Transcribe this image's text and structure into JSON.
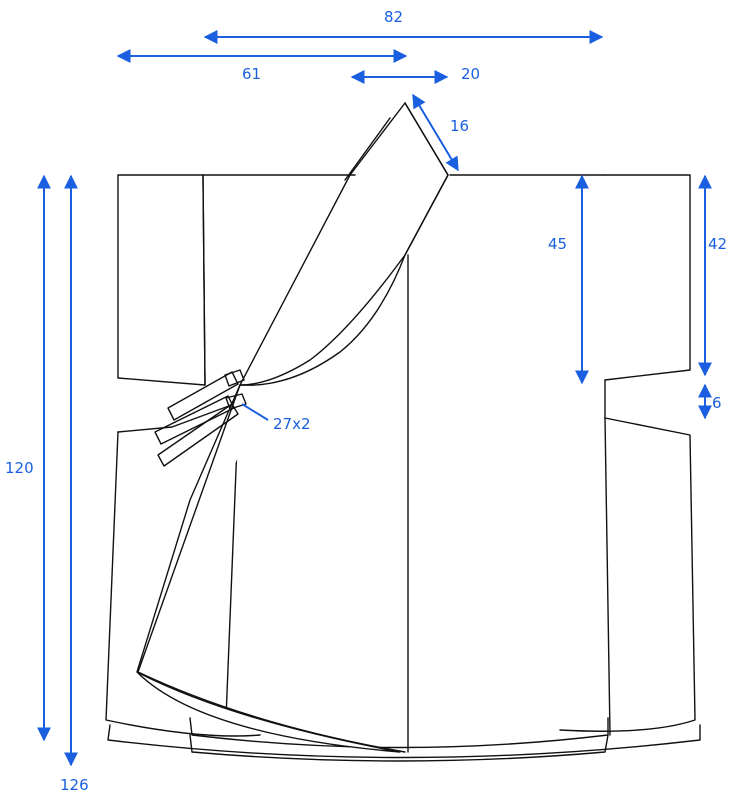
{
  "colors": {
    "dimension": "#1a5fe0",
    "outline": "#111111",
    "background": "#ffffff"
  },
  "dimensions": {
    "total_width": "82",
    "half_width": "61",
    "collar_width": "20",
    "collar_depth": "16",
    "front_length": "120",
    "back_length": "126",
    "underarm_depth": "45",
    "sleeve_opening": "42",
    "sleeve_gap": "6",
    "ties": "27x2"
  }
}
